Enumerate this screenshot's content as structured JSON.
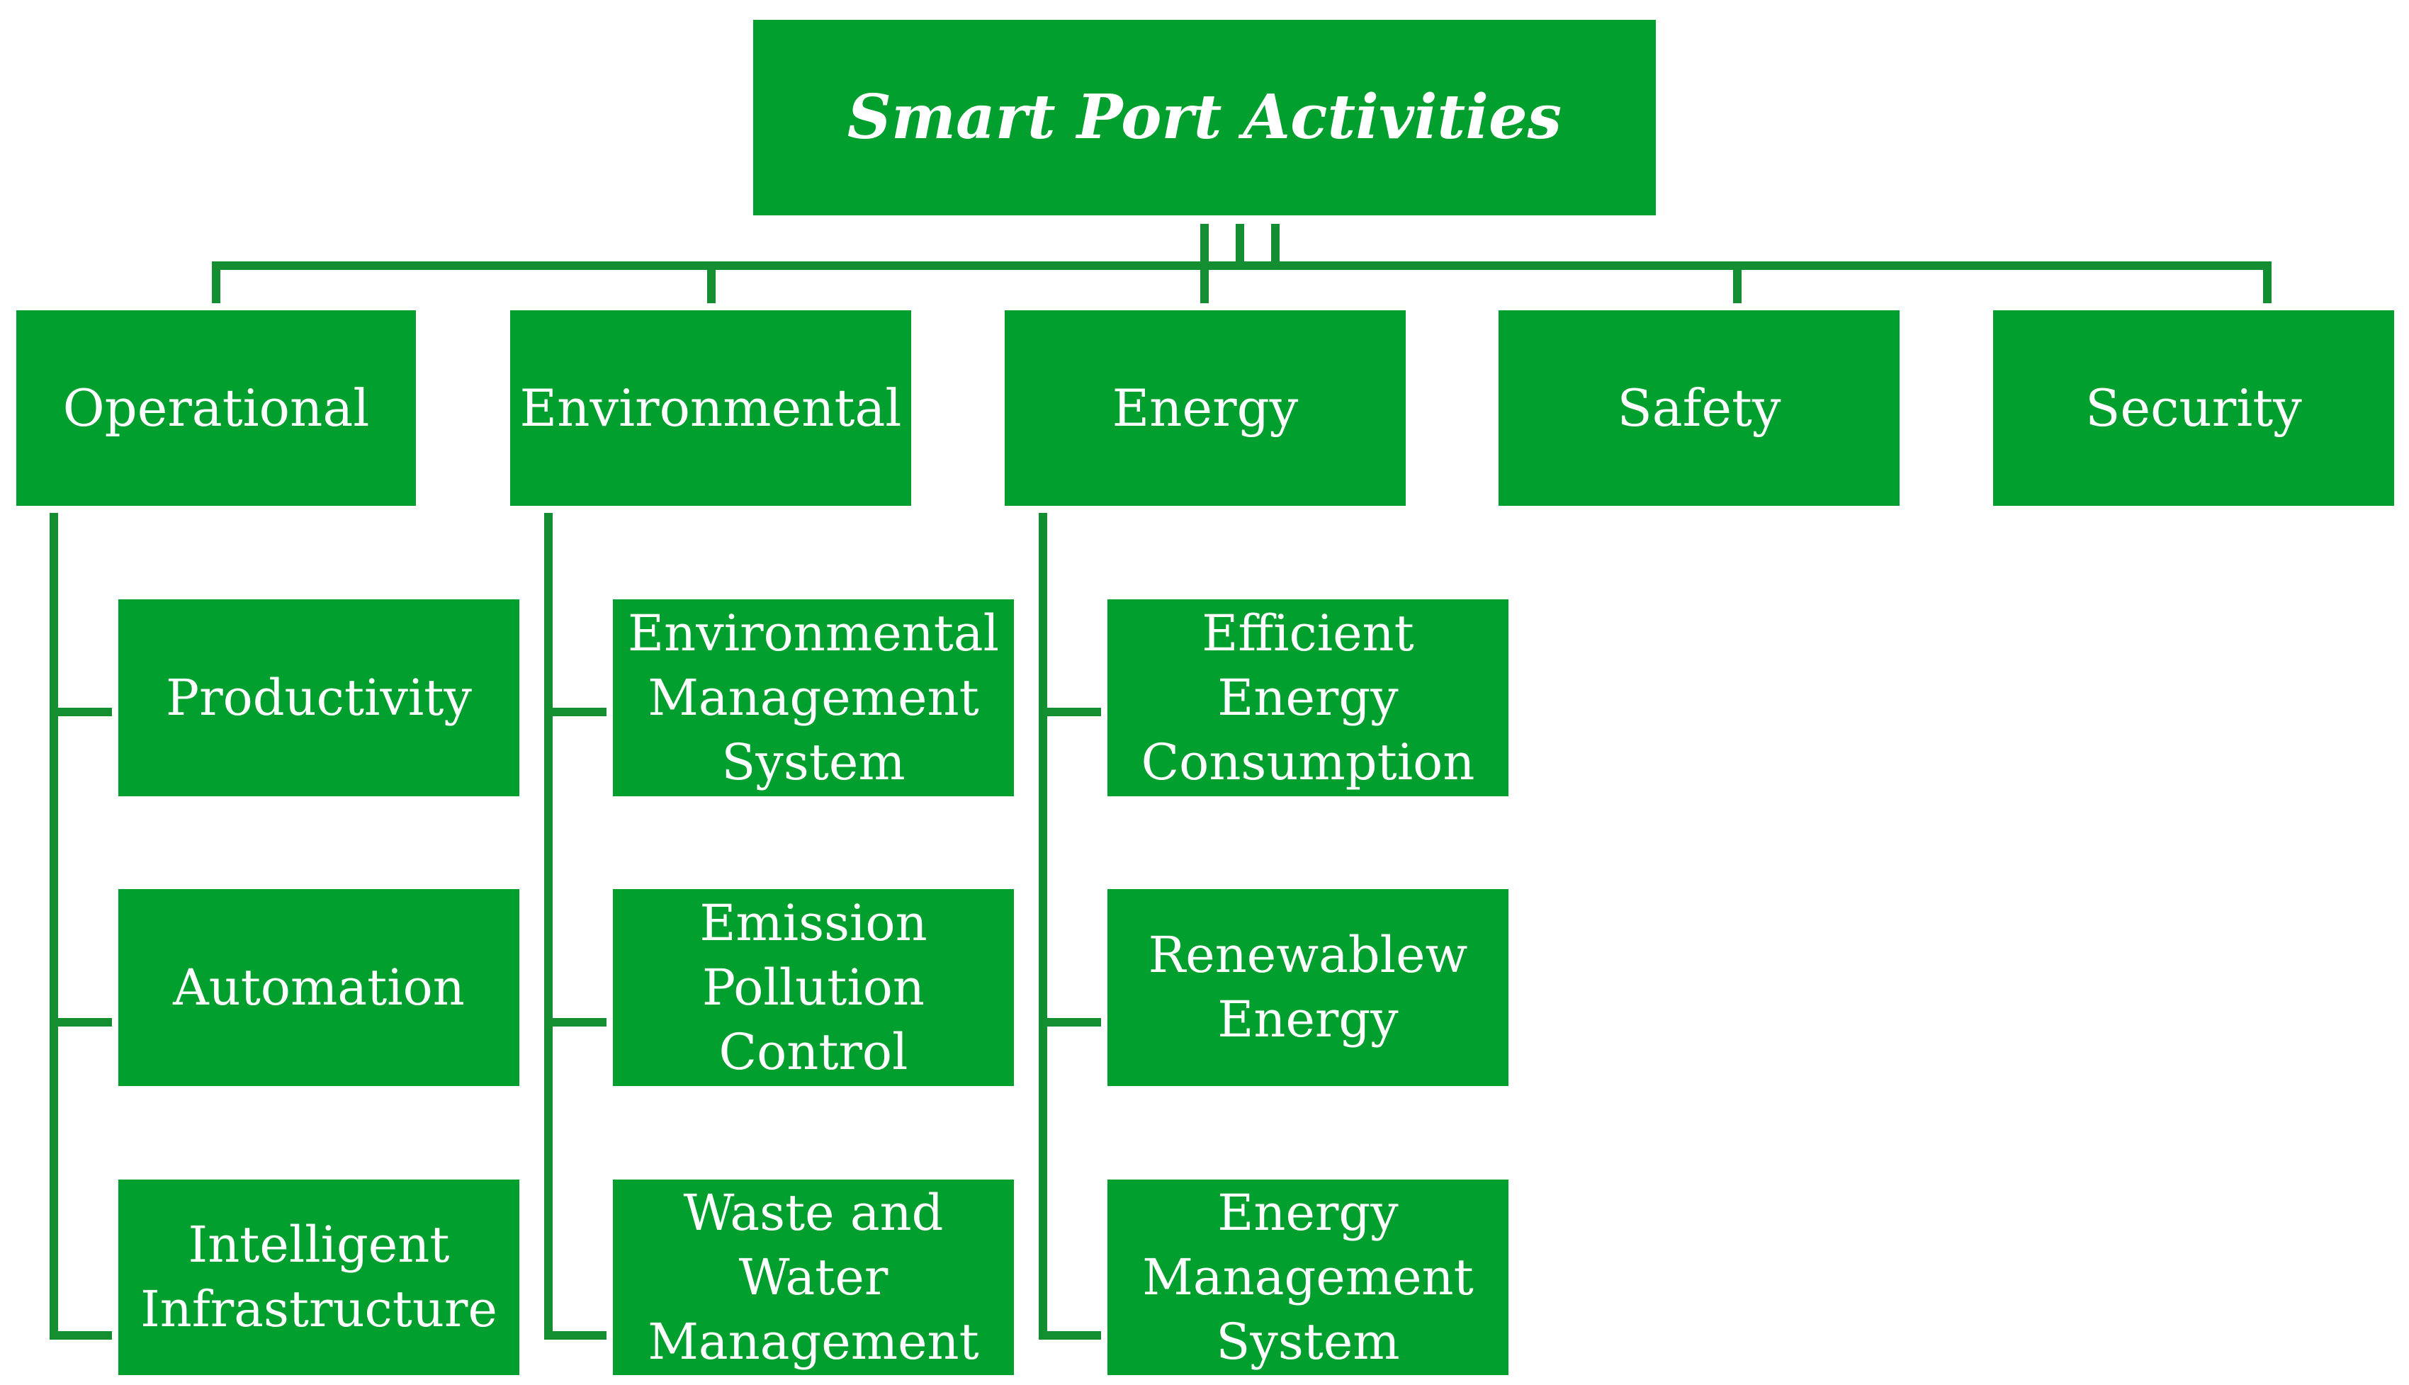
{
  "diagram": {
    "root": {
      "label": "Smart Port Activities"
    },
    "categories": [
      {
        "label": "Operational",
        "items": [
          "Productivity",
          "Automation",
          "Intelligent\nInfrastructure"
        ]
      },
      {
        "label": "Environmental",
        "items": [
          "Environmental\nManagement\nSystem",
          "Emission\nPollution\nControl",
          "Waste and\nWater\nManagement"
        ]
      },
      {
        "label": "Energy",
        "items": [
          "Efficient Energy\nConsumption",
          "Renewablew\nEnergy",
          "Energy\nManagement\nSystem"
        ]
      },
      {
        "label": "Safety",
        "items": []
      },
      {
        "label": "Security",
        "items": []
      }
    ]
  },
  "colors": {
    "box": "#009F2E",
    "line": "#138E31",
    "text": "#FFFFFF"
  }
}
